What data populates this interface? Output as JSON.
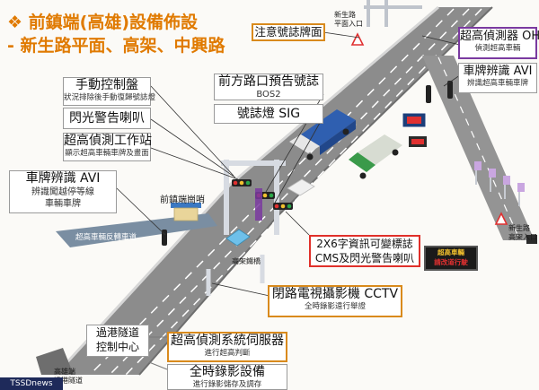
{
  "title": {
    "line1": "❖ 前鎮端(高雄)設備佈設",
    "line2": "- 新生路平面、高架、中興路"
  },
  "boxes": {
    "emergency_sign": "注意號誌牌面",
    "height_detector_oh": {
      "title": "超高偵測器 OH",
      "sub": "偵測超高車輛"
    },
    "avi_right": {
      "title": "車牌辨識 AVI",
      "sub": "辨識超高車輛車牌"
    },
    "manual_panel": {
      "title": "手動控制盤",
      "sub": "狀況排除後手動復歸號誌燈"
    },
    "flash_horn": {
      "title": "閃光警告喇叭"
    },
    "height_station": {
      "title": "超高偵測工作站",
      "sub": "顯示超高車輛車牌及畫面"
    },
    "advance_signal": {
      "title": "前方路口預告號誌",
      "sub": "BOS2"
    },
    "signal_light": {
      "title": "號誌燈 SIG"
    },
    "avi_left": {
      "title": "車牌辨識 AVI",
      "sub1": "辨識闖越停等線",
      "sub2": "車輛車牌"
    },
    "cms": {
      "line1": "2X6字資訊可變標誌",
      "line2": "CMS及閃光警告喇叭"
    },
    "cctv": {
      "title": "閉路電視攝影機 CCTV",
      "sub": "全時錄影遠行舉證"
    },
    "control_center": {
      "line1": "過港隧道",
      "line2": "控制中心"
    },
    "server": {
      "title": "超高偵測系統伺服器",
      "sub": "進行超高判斷"
    },
    "recording": {
      "title": "全時錄影設備",
      "sub": "進行錄影儲存及調存"
    }
  },
  "labels": {
    "xinsheng_top": "新生路\n平面入口",
    "xinsheng_right": "新生路\n高架入口",
    "guard_post": "前鎮端崗哨",
    "turnaround": "超高車輛反轉車道",
    "portal": "高架鐵橋",
    "tunnel_exit": "高雄端\n過港隧道"
  },
  "led_sign": {
    "line1": "超高車輛",
    "line2": "請改道行駛"
  },
  "watermark": "TSSDnews",
  "colors": {
    "title": "#e07a00",
    "road": "#8a8a8a",
    "lane_line": "#ffffff",
    "turn_lane": "#5a7a9a",
    "orange_border": "#d98a1c",
    "purple_border": "#7a3aa0",
    "red_border": "#e0302a",
    "sign_red": "#e03030",
    "sign_green": "#2aa84a"
  }
}
